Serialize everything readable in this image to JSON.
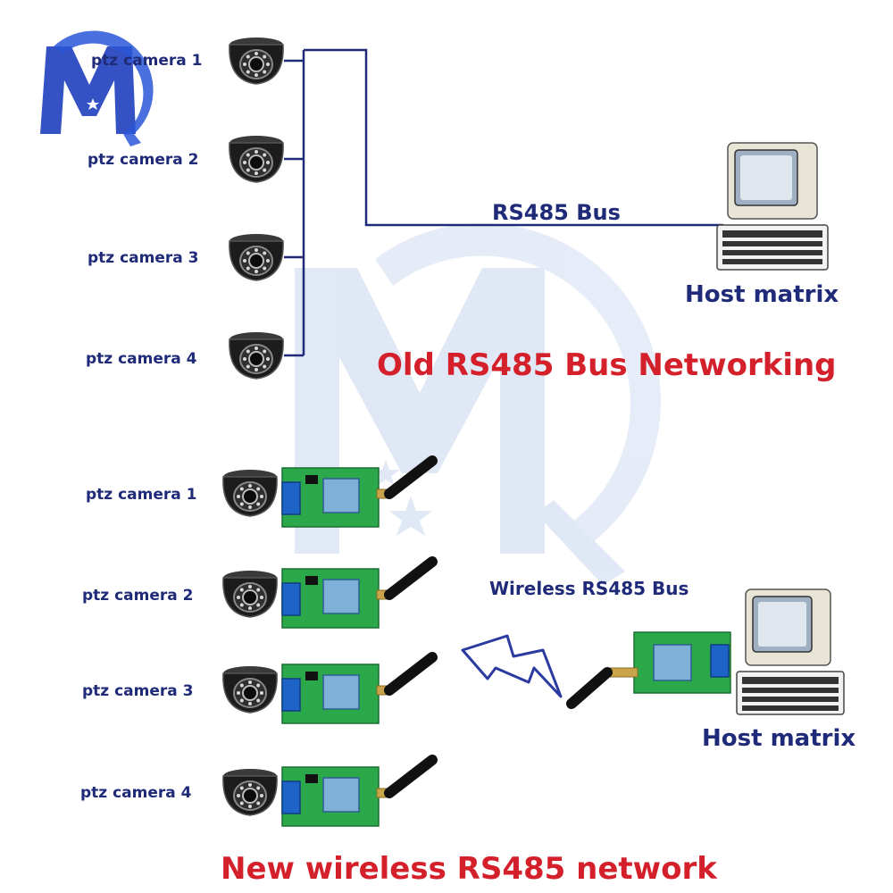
{
  "old_network": {
    "title": "Old RS485 Bus Networking",
    "bus_label": "RS485 Bus",
    "host_label": "Host matrix",
    "cameras": [
      "ptz camera 1",
      "ptz camera 2",
      "ptz camera 3",
      "ptz camera 4"
    ]
  },
  "new_network": {
    "title": "New wireless RS485 network",
    "bus_label": "Wireless RS485 Bus",
    "host_label": "Host matrix",
    "cameras": [
      "ptz camera 1",
      "ptz camera 2",
      "ptz camera 3",
      "ptz camera 4"
    ]
  },
  "colors": {
    "wire": "#1f2a78",
    "label": "#1f2a78",
    "title": "#d4202a",
    "watermark": "#c9d6ee",
    "pcb": "#2aa84a",
    "terminal": "#1e63c8"
  },
  "icons": [
    "logo-mq",
    "ptz-dome-camera-icon",
    "host-matrix-icon",
    "wireless-module-icon",
    "lightning-icon"
  ]
}
